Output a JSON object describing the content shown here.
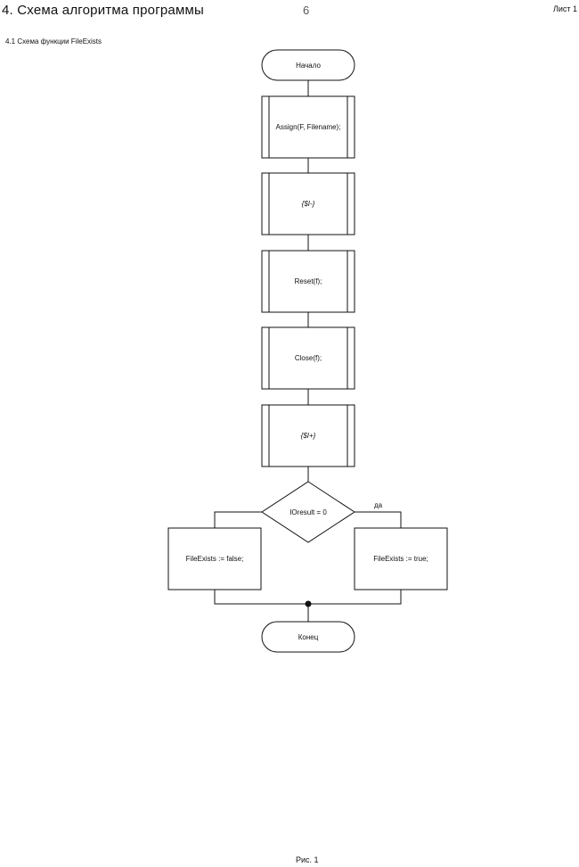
{
  "header": {
    "title": "4. Схема алгоритма программы",
    "page_number": "6",
    "sheet": "Лист 1"
  },
  "subheading": "4.1 Схема функции FileExists",
  "flowchart": {
    "start": "Начало",
    "steps": [
      "Assign(F, Filename);",
      "{$I-}",
      "Reset(f);",
      "Close(f);",
      "{$I+}"
    ],
    "decision": "IOresult = 0",
    "yes_label": "да",
    "false_branch": "FileExists := false;",
    "true_branch": "FileExists := true;",
    "end": "Конец"
  },
  "caption": "Рис. 1"
}
